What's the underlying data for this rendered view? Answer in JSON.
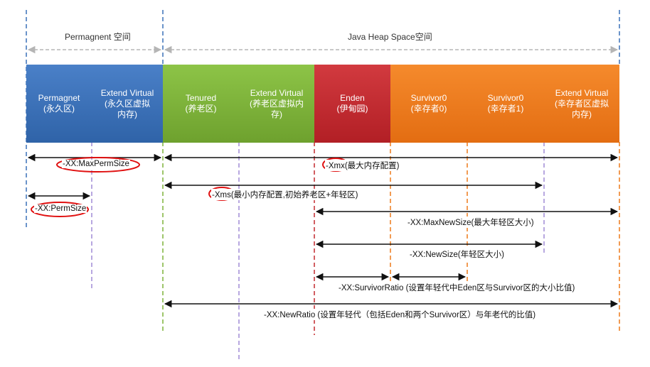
{
  "regions": {
    "permagnent": "Permagnent 空间",
    "heap": "Java Heap Space空间"
  },
  "blocks": [
    {
      "id": "permagnet",
      "text": "Permagnet\n(永久区)",
      "color": "#3a70b8"
    },
    {
      "id": "perm-extend",
      "text": "Extend Virtual\n(永久区虚拟\n内存)",
      "color": "#3a70b8"
    },
    {
      "id": "tenured",
      "text": "Tenured\n(养老区)",
      "color": "#7fb43a"
    },
    {
      "id": "tenured-extend",
      "text": "Extend Virtual\n(养老区虚拟内\n存)",
      "color": "#7fb43a"
    },
    {
      "id": "eden",
      "text": "Enden\n(伊甸园)",
      "color": "#c3282e"
    },
    {
      "id": "survivor0-a",
      "text": "Survivor0\n(幸存者0)",
      "color": "#ee7a1a"
    },
    {
      "id": "survivor0-b",
      "text": "Survivor0\n(幸存者1)",
      "color": "#ee7a1a"
    },
    {
      "id": "young-extend",
      "text": "Extend Virtual\n(幸存者区虚拟\n内存)",
      "color": "#ee7a1a"
    }
  ],
  "params": {
    "max_perm": "-XX:MaxPermSize",
    "xmx": "-Xmx(最大内存配置)",
    "xms": "-Xms(最小内存配置,初始养老区+年轻区)",
    "perm_size": "-XX:PermSize",
    "max_new": "-XX:MaxNewSize(最大年轻区大小)",
    "new_size": "-XX:NewSize(年轻区大小)",
    "survivor_ratio": "-XX:SurvivorRatio (设置年轻代中Eden区与Survivor区的大小比值)",
    "new_ratio": "-XX:NewRatio (设置年轻代（包括Eden和两个Survivor区）与年老代的比值)"
  },
  "colors": {
    "perm": "#3a70b8",
    "tenured": "#7fb43a",
    "eden": "#c3282e",
    "survivor": "#ee7a1a",
    "highlight": "#e01010"
  }
}
